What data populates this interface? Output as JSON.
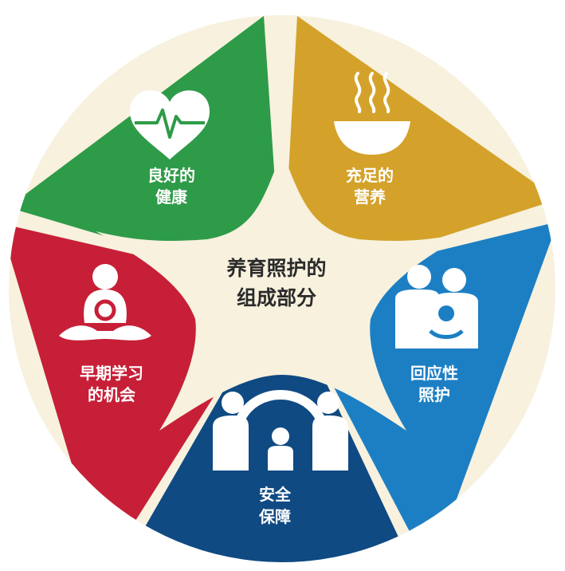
{
  "center": {
    "line1": "养育照护的",
    "line2": "组成部分"
  },
  "segments": [
    {
      "id": "health",
      "line1": "良好的",
      "line2": "健康",
      "color": "#2e9b48",
      "icon": "heart-pulse-icon"
    },
    {
      "id": "nutrition",
      "line1": "充足的",
      "line2": "营养",
      "color": "#d4a22a",
      "icon": "steaming-bowl-icon"
    },
    {
      "id": "responsive",
      "line1": "回应性",
      "line2": "照护",
      "color": "#1c7fc4",
      "icon": "caregivers-holding-baby-icon"
    },
    {
      "id": "safety",
      "line1": "安全",
      "line2": "保障",
      "color": "#0f4a83",
      "icon": "family-shelter-icon"
    },
    {
      "id": "learning",
      "line1": "早期学习",
      "line2": "的机会",
      "color": "#c71f37",
      "icon": "child-playing-icon"
    }
  ],
  "colors": {
    "hub": "#f7f1de",
    "icon": "#ffffff"
  }
}
